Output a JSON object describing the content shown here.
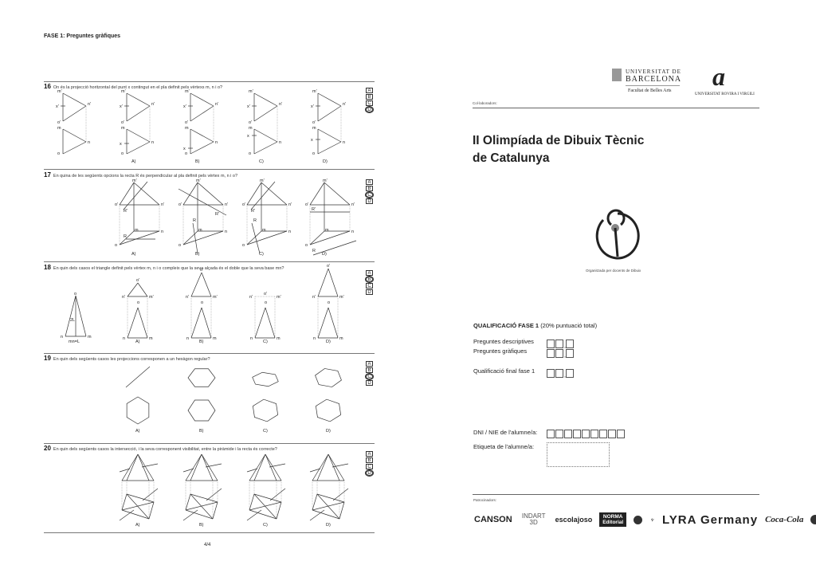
{
  "left": {
    "section_title": "FASE 1: Preguntes gràfiques",
    "page_number": "4/4",
    "option_labels": [
      "A)",
      "B)",
      "C)",
      "D)"
    ],
    "answer_letters": [
      "A",
      "B",
      "C",
      "D"
    ],
    "vertex_labels": {
      "m1": "m'",
      "n1": "n'",
      "o1": "o'",
      "x1": "x'",
      "m": "m",
      "n": "n",
      "o": "o",
      "x": "x",
      "R1": "R'",
      "R": "R",
      "h": "2L",
      "base": "mn=L"
    },
    "questions": [
      {
        "number": "16",
        "text": "On és la projecció horitzontal del punt x contingut en el pla definit pels vèrtexs m, n i o?",
        "selected": "D"
      },
      {
        "number": "17",
        "text": "En quina de les següents opcions la recta R és perpendicular al pla definit pels vèrtex m, n i o?",
        "selected": "C"
      },
      {
        "number": "18",
        "text": "En quin dels casos el triangle definit pels vèrtex m, n i o compleix que la seva alçada és el doble que la seva base mn?",
        "selected": "B"
      },
      {
        "number": "19",
        "text": "En quin dels següents casos les projeccions corresponen a un hexàgon regular?",
        "selected": "C"
      },
      {
        "number": "20",
        "text": "En quin dels següents casos la intersecció, i la seva corresponent visibilitat, entre la piràmide i la recta és correcte?",
        "selected": "D"
      }
    ]
  },
  "right": {
    "logo_ub": {
      "line1": "UNIVERSITAT DE",
      "line2": "BARCELONA",
      "line3": "Facultat de Belles Arts"
    },
    "logo_urv": "UNIVERSITAT ROVIRA I VIRGILI",
    "collaborators_label": "Col·laboradors:",
    "title_line1": "II Olimpíada de Dibuix Tècnic",
    "title_line2": "de Catalunya",
    "organized_by": "Organitzada per docents de Dibuix",
    "grading_title": "QUALIFICACIÓ FASE 1",
    "grading_note": "(20% puntuació total)",
    "grading_rows": [
      "Preguntes descriptives",
      "Preguntes gràfiques",
      "Qualificació final fase 1"
    ],
    "dni_label": "DNI / NIE de l'alumne/a:",
    "label_label": "Etiqueta de l'alumne/a:",
    "sponsors_label": "Patrocinadors:",
    "sponsors": [
      "CANSON",
      "INDART 3D",
      "escolajoso",
      "NORMA Editorial",
      "LYRA Germany",
      "Coca-Cola"
    ]
  }
}
